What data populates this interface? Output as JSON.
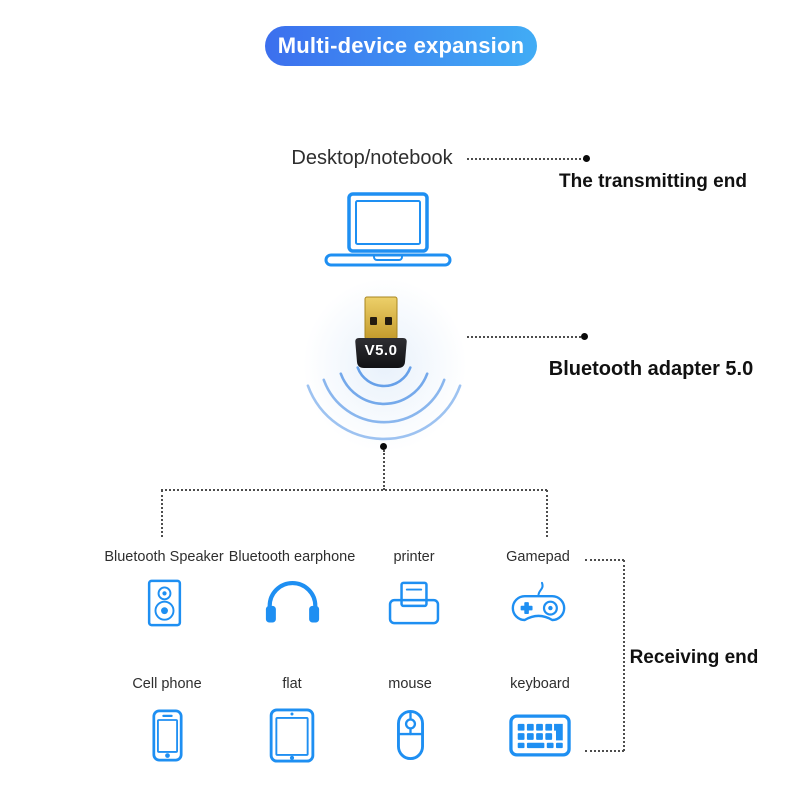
{
  "banner": {
    "label": "Multi-device expansion"
  },
  "transmitter": {
    "device_label": "Desktop/notebook",
    "role_label": "The transmitting end"
  },
  "adapter": {
    "chip_label": "V5.0",
    "role_label": "Bluetooth adapter 5.0"
  },
  "receiver": {
    "role_label": "Receiving end",
    "row1": [
      {
        "label": "Bluetooth Speaker",
        "icon": "speaker-icon"
      },
      {
        "label": "Bluetooth earphone",
        "icon": "headphones-icon"
      },
      {
        "label": "printer",
        "icon": "printer-icon"
      },
      {
        "label": "Gamepad",
        "icon": "gamepad-icon"
      }
    ],
    "row2": [
      {
        "label": "Cell phone",
        "icon": "smartphone-icon"
      },
      {
        "label": "flat",
        "icon": "tablet-icon"
      },
      {
        "label": "mouse",
        "icon": "mouse-icon"
      },
      {
        "label": "keyboard",
        "icon": "keyboard-icon"
      }
    ]
  },
  "colors": {
    "accent_blue": "#1E8FF2",
    "banner_gradient_start": "#3C6FEE",
    "banner_gradient_end": "#41ACF5",
    "wave_blue": "#5E9BE8",
    "connector_line": "#4D4D4D",
    "usb_gold": "#EDD06A",
    "usb_gold_dark": "#C49B2C",
    "adapter_body": "#1E1E22",
    "heading_text": "#111111",
    "label_text": "#2E2E2E",
    "banner_text": "#FFFFFF"
  }
}
